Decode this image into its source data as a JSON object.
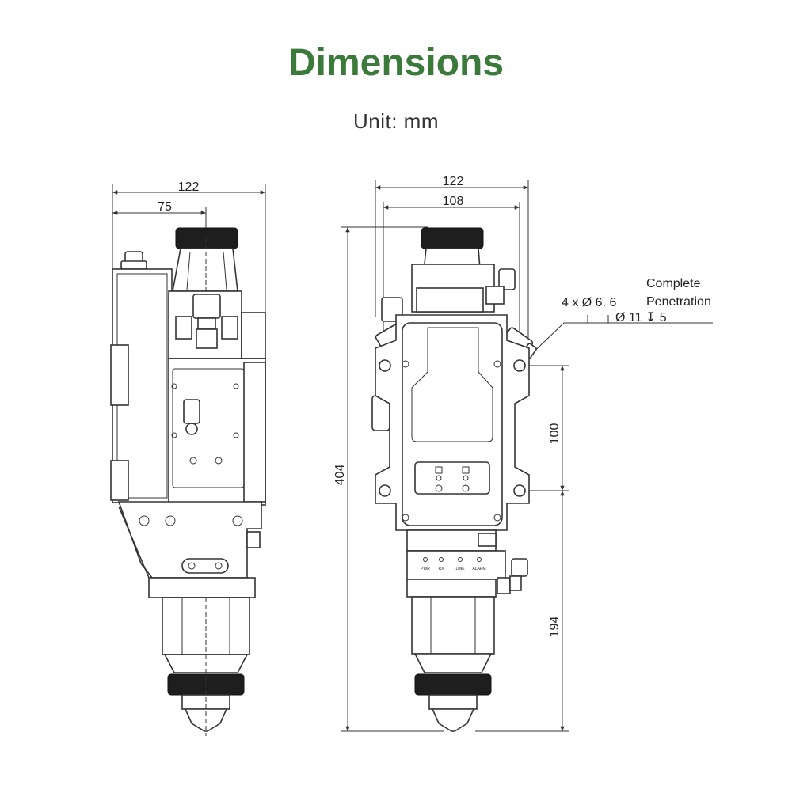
{
  "title": "Dimensions",
  "subtitle": "Unit: mm",
  "colors": {
    "title": "#3b7a3a",
    "line": "#333333"
  },
  "side_view": {
    "dim_width_total": "122",
    "dim_width_center": "75"
  },
  "front_view": {
    "dim_width_total": "122",
    "dim_width_holes": "108",
    "dim_height_total": "404",
    "dim_hole_spacing": "100",
    "dim_hole_to_tip": "194",
    "callout_hole_spec": "4 x  Ø  6. 6",
    "callout_note_line1": "Complete",
    "callout_note_line2": "Penetration",
    "callout_counterbore": "Ø  11  ↧  5"
  },
  "panel_labels": [
    "PWR",
    "RX",
    "LINK",
    "ALARM"
  ]
}
